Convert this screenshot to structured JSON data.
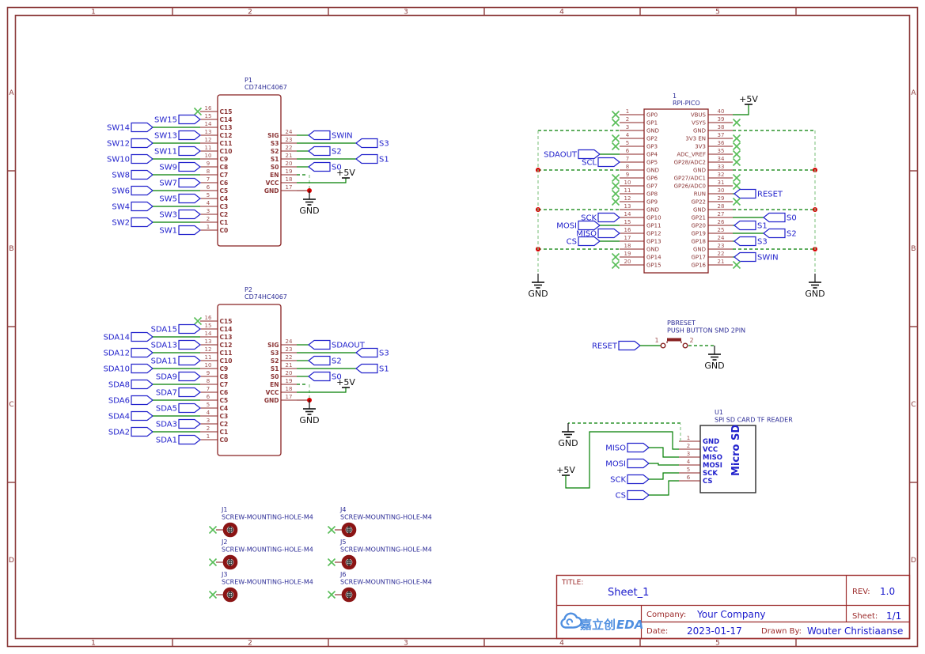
{
  "colors": {
    "frame": "#8c3b3b",
    "comp_outline": "#882222",
    "pin_line": "#882222",
    "pin_num": "#a05252",
    "pin_name": "#8b3535",
    "comp_label": "#2b2b96",
    "net_blue": "#2222cc",
    "wire_green": "#027e02",
    "dash_light": "#8cc98c",
    "no_connect": "#59bd59",
    "junction": "#d40000",
    "symbol_black": "#111111",
    "sd_outline": "#2b2b2b",
    "hole_ring": "#8b1515",
    "logo_blue": "#4f8fe0"
  },
  "frame": {
    "cols": [
      "1",
      "2",
      "3",
      "4",
      "5"
    ],
    "rows": [
      "A",
      "B",
      "C",
      "D"
    ]
  },
  "power": {
    "v5": "+5V",
    "gnd": "GND"
  },
  "components": {
    "p1": {
      "ref": "P1",
      "part": "CD74HC4067",
      "left_pins": [
        {
          "num": "16",
          "name": "C15",
          "nc": true
        },
        {
          "num": "15",
          "name": "C14",
          "net": "SW15"
        },
        {
          "num": "14",
          "name": "C13",
          "net": "SW14",
          "far": true
        },
        {
          "num": "13",
          "name": "C12",
          "net": "SW13"
        },
        {
          "num": "12",
          "name": "C11",
          "net": "SW12",
          "far": true
        },
        {
          "num": "11",
          "name": "C10",
          "net": "SW11"
        },
        {
          "num": "10",
          "name": "C9",
          "net": "SW10",
          "far": true
        },
        {
          "num": "9",
          "name": "C8",
          "net": "SW9"
        },
        {
          "num": "8",
          "name": "C7",
          "net": "SW8",
          "far": true
        },
        {
          "num": "7",
          "name": "C6",
          "net": "SW7"
        },
        {
          "num": "6",
          "name": "C5",
          "net": "SW6",
          "far": true
        },
        {
          "num": "5",
          "name": "C4",
          "net": "SW5"
        },
        {
          "num": "4",
          "name": "C3",
          "net": "SW4",
          "far": true
        },
        {
          "num": "3",
          "name": "C2",
          "net": "SW3"
        },
        {
          "num": "2",
          "name": "C1",
          "net": "SW2",
          "far": true
        },
        {
          "num": "1",
          "name": "C0",
          "net": "SW1"
        }
      ],
      "right_pins": [
        {
          "num": "24",
          "name": "SIG",
          "net": "SWIN"
        },
        {
          "num": "23",
          "name": "S3",
          "net": "S3",
          "far": true
        },
        {
          "num": "22",
          "name": "S2",
          "net": "S2"
        },
        {
          "num": "21",
          "name": "S1",
          "net": "S1",
          "far": true
        },
        {
          "num": "20",
          "name": "S0",
          "net": "S0"
        },
        {
          "num": "19",
          "name": "EN",
          "type": "en"
        },
        {
          "num": "18",
          "name": "VCC",
          "type": "vcc"
        },
        {
          "num": "17",
          "name": "GND",
          "type": "gnd"
        }
      ]
    },
    "p2": {
      "ref": "P2",
      "part": "CD74HC4067",
      "left_pins": [
        {
          "num": "16",
          "name": "C15",
          "nc": true
        },
        {
          "num": "15",
          "name": "C14",
          "net": "SDA15"
        },
        {
          "num": "14",
          "name": "C13",
          "net": "SDA14",
          "far": true
        },
        {
          "num": "13",
          "name": "C12",
          "net": "SDA13"
        },
        {
          "num": "12",
          "name": "C11",
          "net": "SDA12",
          "far": true
        },
        {
          "num": "11",
          "name": "C10",
          "net": "SDA11"
        },
        {
          "num": "10",
          "name": "C9",
          "net": "SDA10",
          "far": true
        },
        {
          "num": "9",
          "name": "C8",
          "net": "SDA9"
        },
        {
          "num": "8",
          "name": "C7",
          "net": "SDA8",
          "far": true
        },
        {
          "num": "7",
          "name": "C6",
          "net": "SDA7"
        },
        {
          "num": "6",
          "name": "C5",
          "net": "SDA6",
          "far": true
        },
        {
          "num": "5",
          "name": "C4",
          "net": "SDA5"
        },
        {
          "num": "4",
          "name": "C3",
          "net": "SDA4",
          "far": true
        },
        {
          "num": "3",
          "name": "C2",
          "net": "SDA3"
        },
        {
          "num": "2",
          "name": "C1",
          "net": "SDA2",
          "far": true
        },
        {
          "num": "1",
          "name": "C0",
          "net": "SDA1"
        }
      ],
      "right_pins": [
        {
          "num": "24",
          "name": "SIG",
          "net": "SDAOUT"
        },
        {
          "num": "23",
          "name": "S3",
          "net": "S3",
          "far": true
        },
        {
          "num": "22",
          "name": "S2",
          "net": "S2"
        },
        {
          "num": "21",
          "name": "S1",
          "net": "S1",
          "far": true
        },
        {
          "num": "20",
          "name": "S0",
          "net": "S0"
        },
        {
          "num": "19",
          "name": "EN",
          "type": "en"
        },
        {
          "num": "18",
          "name": "VCC",
          "type": "vcc"
        },
        {
          "num": "17",
          "name": "GND",
          "type": "gnd"
        }
      ]
    },
    "pico": {
      "ref": "1",
      "part": "RPI-PICO",
      "left_pins": [
        {
          "num": "1",
          "name": "GP0",
          "nc": true
        },
        {
          "num": "2",
          "name": "GP1",
          "nc": true
        },
        {
          "num": "3",
          "name": "GND",
          "bus": "plain"
        },
        {
          "num": "4",
          "name": "GP2",
          "nc": true
        },
        {
          "num": "5",
          "name": "GP3",
          "nc": true
        },
        {
          "num": "6",
          "name": "GP4",
          "net": "SDAOUT",
          "far": true
        },
        {
          "num": "7",
          "name": "GP5",
          "net": "SCL"
        },
        {
          "num": "8",
          "name": "GND",
          "bus": "dot"
        },
        {
          "num": "9",
          "name": "GP6",
          "nc": true
        },
        {
          "num": "10",
          "name": "GP7",
          "nc": true
        },
        {
          "num": "11",
          "name": "GP8",
          "nc": true
        },
        {
          "num": "12",
          "name": "GP9",
          "nc": true
        },
        {
          "num": "13",
          "name": "GND",
          "bus": "dot"
        },
        {
          "num": "14",
          "name": "GP10",
          "net": "SCK"
        },
        {
          "num": "15",
          "name": "GP11",
          "net": "MOSI",
          "far": true
        },
        {
          "num": "16",
          "name": "GP12",
          "net": "MISO"
        },
        {
          "num": "17",
          "name": "GP13",
          "net": "CS",
          "far": true
        },
        {
          "num": "18",
          "name": "GND",
          "bus": "dot"
        },
        {
          "num": "19",
          "name": "GP14",
          "nc": true
        },
        {
          "num": "20",
          "name": "GP15",
          "nc": true
        }
      ],
      "right_pins": [
        {
          "num": "40",
          "name": "VBUS",
          "v5": true
        },
        {
          "num": "39",
          "name": "VSYS",
          "nc": true
        },
        {
          "num": "38",
          "name": "GND",
          "bus": "plain"
        },
        {
          "num": "37",
          "name": "3V3 EN",
          "nc": true
        },
        {
          "num": "36",
          "name": "3V3",
          "nc": true
        },
        {
          "num": "35",
          "name": "ADC_VREF",
          "nc": true
        },
        {
          "num": "34",
          "name": "GP28/ADC2",
          "nc": true
        },
        {
          "num": "33",
          "name": "GND",
          "bus": "dot"
        },
        {
          "num": "32",
          "name": "GP27/ADC1",
          "nc": true
        },
        {
          "num": "31",
          "name": "GP26/ADC0",
          "nc": true
        },
        {
          "num": "30",
          "name": "RUN",
          "net": "RESET"
        },
        {
          "num": "29",
          "name": "GP22",
          "nc": true
        },
        {
          "num": "28",
          "name": "GND",
          "bus": "dot"
        },
        {
          "num": "27",
          "name": "GP21",
          "net": "S0",
          "far": true
        },
        {
          "num": "26",
          "name": "GP20",
          "net": "S1"
        },
        {
          "num": "25",
          "name": "GP19",
          "net": "S2",
          "far": true
        },
        {
          "num": "24",
          "name": "GP18",
          "net": "S3"
        },
        {
          "num": "23",
          "name": "GND",
          "bus": "dot"
        },
        {
          "num": "22",
          "name": "GP17",
          "net": "SWIN"
        },
        {
          "num": "21",
          "name": "GP16",
          "nc": true
        }
      ]
    },
    "button": {
      "ref": "PBRESET",
      "part": "PUSH BUTTON SMD 2PIN",
      "net": "RESET",
      "pin1": "1",
      "pin2": "2"
    },
    "sdcard": {
      "ref": "U1",
      "part": "SPI SD CARD TF READER",
      "body_label": "Micro SD",
      "pins": [
        {
          "num": "1",
          "name": "GND"
        },
        {
          "num": "2",
          "name": "VCC"
        },
        {
          "num": "3",
          "name": "MISO"
        },
        {
          "num": "4",
          "name": "MOSI"
        },
        {
          "num": "5",
          "name": "SCK"
        },
        {
          "num": "6",
          "name": "CS"
        }
      ],
      "flags": [
        "MISO",
        "MOSI",
        "SCK",
        "CS"
      ]
    },
    "holes": [
      {
        "ref": "J1",
        "name": "SCREW-MOUNTING-HOLE-M4"
      },
      {
        "ref": "J2",
        "name": "SCREW-MOUNTING-HOLE-M4"
      },
      {
        "ref": "J3",
        "name": "SCREW-MOUNTING-HOLE-M4"
      },
      {
        "ref": "J4",
        "name": "SCREW-MOUNTING-HOLE-M4"
      },
      {
        "ref": "J5",
        "name": "SCREW-MOUNTING-HOLE-M4"
      },
      {
        "ref": "J6",
        "name": "SCREW-MOUNTING-HOLE-M4"
      }
    ]
  },
  "title_block": {
    "title_label": "TITLE:",
    "title": "Sheet_1",
    "rev_label": "REV:",
    "rev": "1.0",
    "company_label": "Company:",
    "company": "Your Company",
    "sheet_label": "Sheet:",
    "sheet": "1/1",
    "date_label": "Date:",
    "date": "2023-01-17",
    "drawn_by_label": "Drawn By:",
    "drawn_by": "Wouter Christiaanse",
    "logo_cn": "嘉立创",
    "logo_en": "EDA"
  }
}
